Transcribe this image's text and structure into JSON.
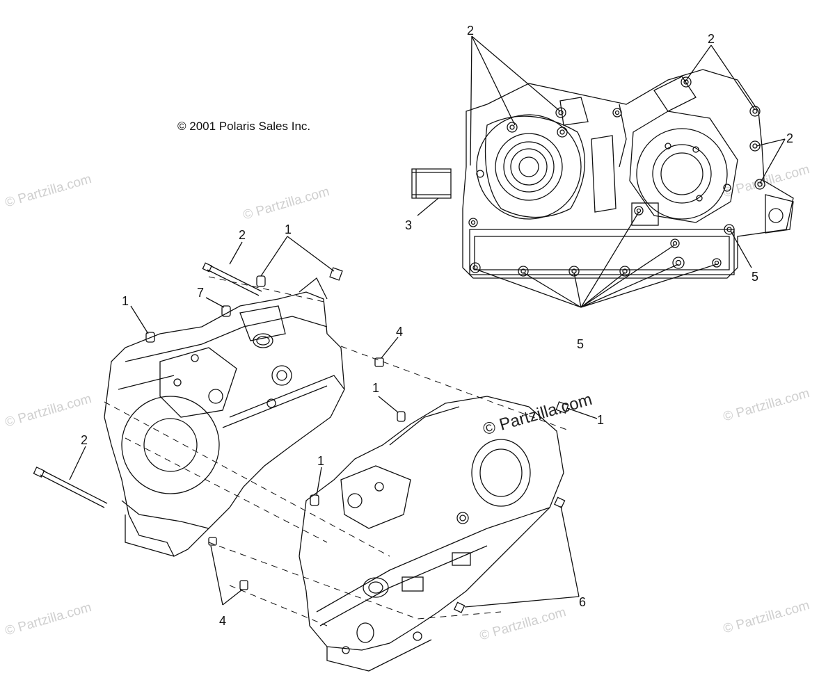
{
  "copyright": "© 2001 Polaris Sales Inc.",
  "watermark": "© Partzilla.com",
  "callouts": {
    "c2_top_left": "2",
    "c2_top_right": "2",
    "c2_right": "2",
    "c3": "3",
    "c5_right": "5",
    "c5_bottom": "5",
    "c2_bolt_upper": "2",
    "c1_upper": "1",
    "c7": "7",
    "c1_left": "1",
    "c4_upper": "4",
    "c1_mid": "1",
    "c1_right": "1",
    "c2_bolt_lower": "2",
    "c1_lower": "1",
    "c4_lower": "4",
    "c6": "6"
  },
  "colors": {
    "line": "#111111",
    "watermark": "#cfcfcf",
    "background": "#ffffff"
  }
}
